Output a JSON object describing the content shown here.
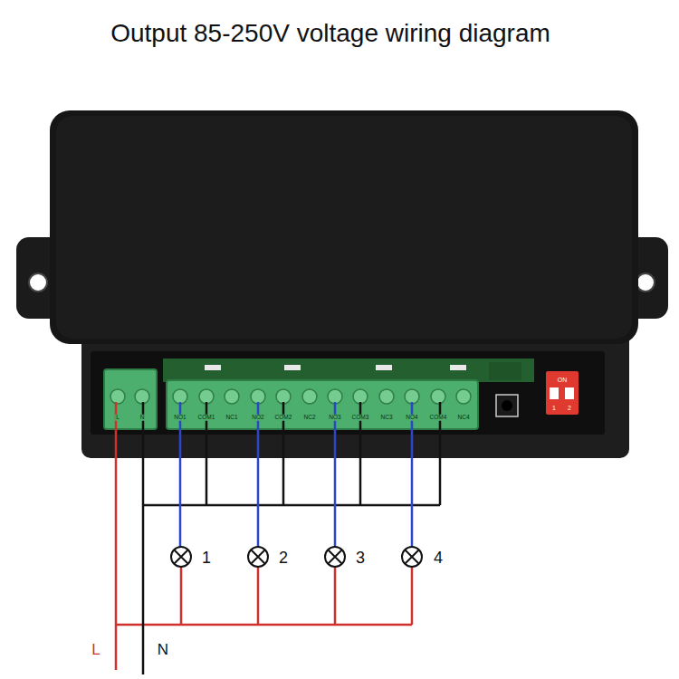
{
  "diagram": {
    "title": "Output 85-250V voltage wiring diagram",
    "labels": [
      "L",
      "N",
      "NO1",
      "COM1",
      "NC1",
      "NO2",
      "COM2",
      "NC2",
      "NO3",
      "COM3",
      "NC3",
      "NO4",
      "COM4",
      "NC4",
      "ON",
      "1",
      "2",
      "1",
      "2",
      "3",
      "4",
      "L",
      "N"
    ]
  }
}
